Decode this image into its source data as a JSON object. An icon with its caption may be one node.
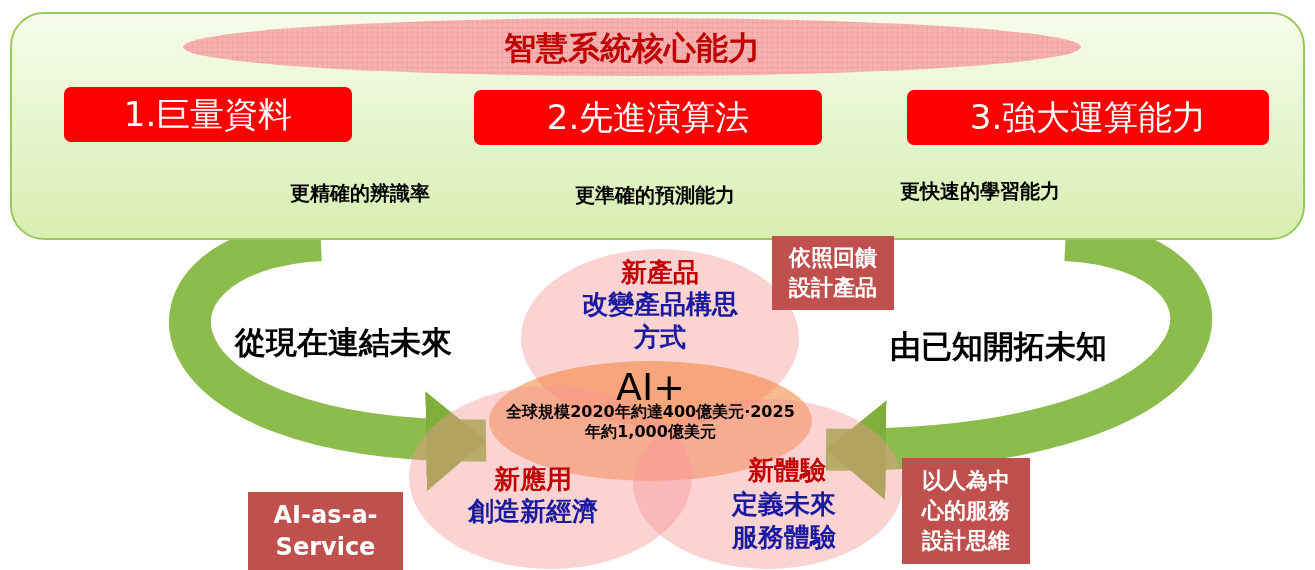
{
  "diagram": {
    "nodes": [
      {
        "text": [],
        "shape": "box"
      },
      {
        "text": [
          "智慧系統核心能力"
        ],
        "in": 0
      },
      {
        "text": [
          "1.巨量資料"
        ],
        "in": 0,
        "beside": [
          "更精確的辨識率"
        ]
      },
      {
        "text": [
          "2.先進演算法"
        ],
        "in": 0,
        "beside": [
          "更準確的預測能力"
        ]
      },
      {
        "text": [
          "3.強大運算能力"
        ],
        "in": 0,
        "beside": [
          "更快速的學習能力"
        ]
      },
      {
        "text": [
          "新產品",
          "改變產品構思方式"
        ]
      },
      {
        "text": [
          "AI+",
          "全球規模2020年約達400億美元·2025 年約1,000億美元"
        ]
      },
      {
        "text": [
          "新應用",
          "創造新經濟"
        ]
      },
      {
        "text": [
          "新體驗",
          "定義未來服務體驗"
        ]
      },
      {
        "text": [
          "依照回饋設計產品"
        ]
      },
      {
        "text": [
          "AI-as-a- Service"
        ]
      },
      {
        "text": [
          "以人為中心的服務設計思維"
        ]
      }
    ],
    "edges": [
      {
        "from": 0,
        "to": 7,
        "arrow": "to",
        "label": "從現在連結未來"
      },
      {
        "from": 0,
        "to": 8,
        "arrow": "to",
        "label": "由已知開拓未知"
      }
    ]
  }
}
